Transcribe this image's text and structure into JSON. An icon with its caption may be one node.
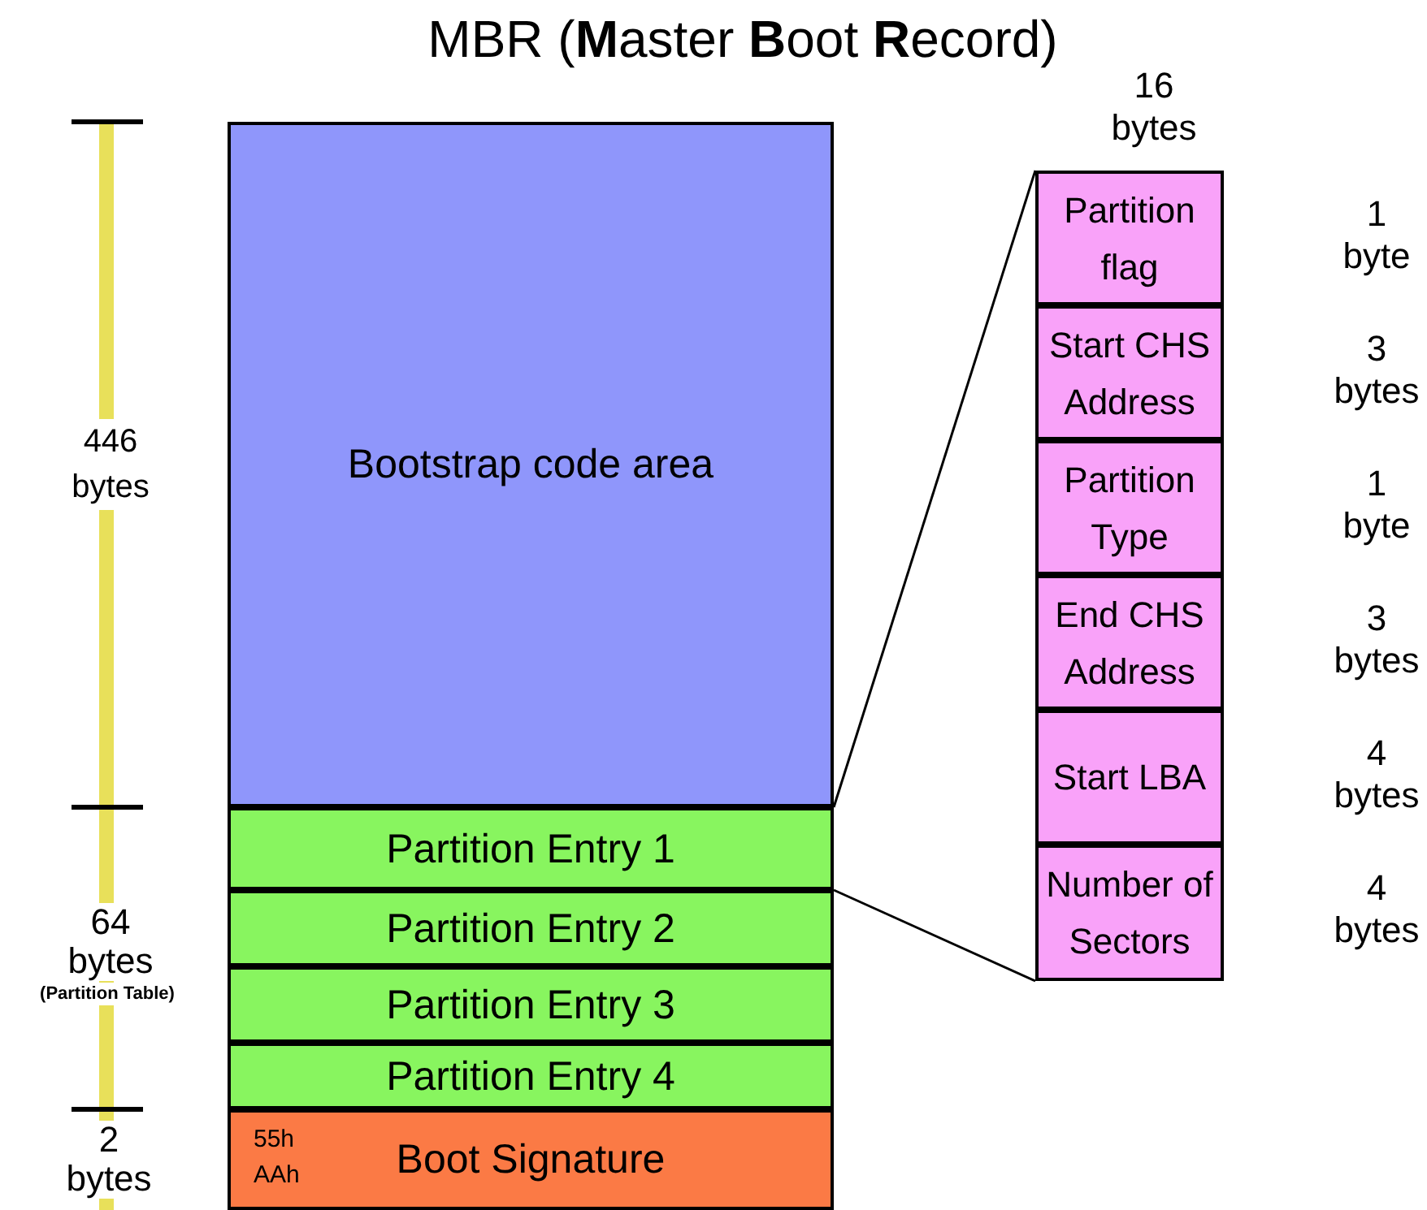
{
  "diagram": {
    "title": "MBR (**M**aster **B**oot **R**ecord)",
    "nodes": [
      {
        "text": [
          "Bootstrap code area"
        ]
      },
      {
        "text": [
          "Partition Entry 1"
        ]
      },
      {
        "text": [
          "Partition Entry 2"
        ]
      },
      {
        "text": [
          "Partition Entry 3"
        ]
      },
      {
        "text": [
          "Partition Entry 4"
        ]
      },
      {
        "text": [
          "55h AAh",
          "Boot Signature"
        ]
      },
      {
        "text": [
          "Partition flag"
        ],
        "beside": [
          "1 byte"
        ]
      },
      {
        "text": [
          "Start CHS Address"
        ],
        "beside": [
          "3 bytes"
        ]
      },
      {
        "text": [
          "Partition Type"
        ],
        "beside": [
          "1 byte"
        ]
      },
      {
        "text": [
          "End CHS Address"
        ],
        "beside": [
          "3 bytes"
        ]
      },
      {
        "text": [
          "Start LBA"
        ],
        "beside": [
          "4 bytes"
        ]
      },
      {
        "text": [
          "Number of Sectors"
        ],
        "beside": [
          "4 bytes"
        ]
      }
    ],
    "edges": [
      {
        "from": 1,
        "to": 6,
        "arrow": "none"
      },
      {
        "from": 1,
        "to": 11,
        "arrow": "none"
      }
    ],
    "labels": [
      "16 bytes",
      "446 bytes",
      "64 bytes",
      "(Partition Table)",
      "2 bytes"
    ]
  }
}
